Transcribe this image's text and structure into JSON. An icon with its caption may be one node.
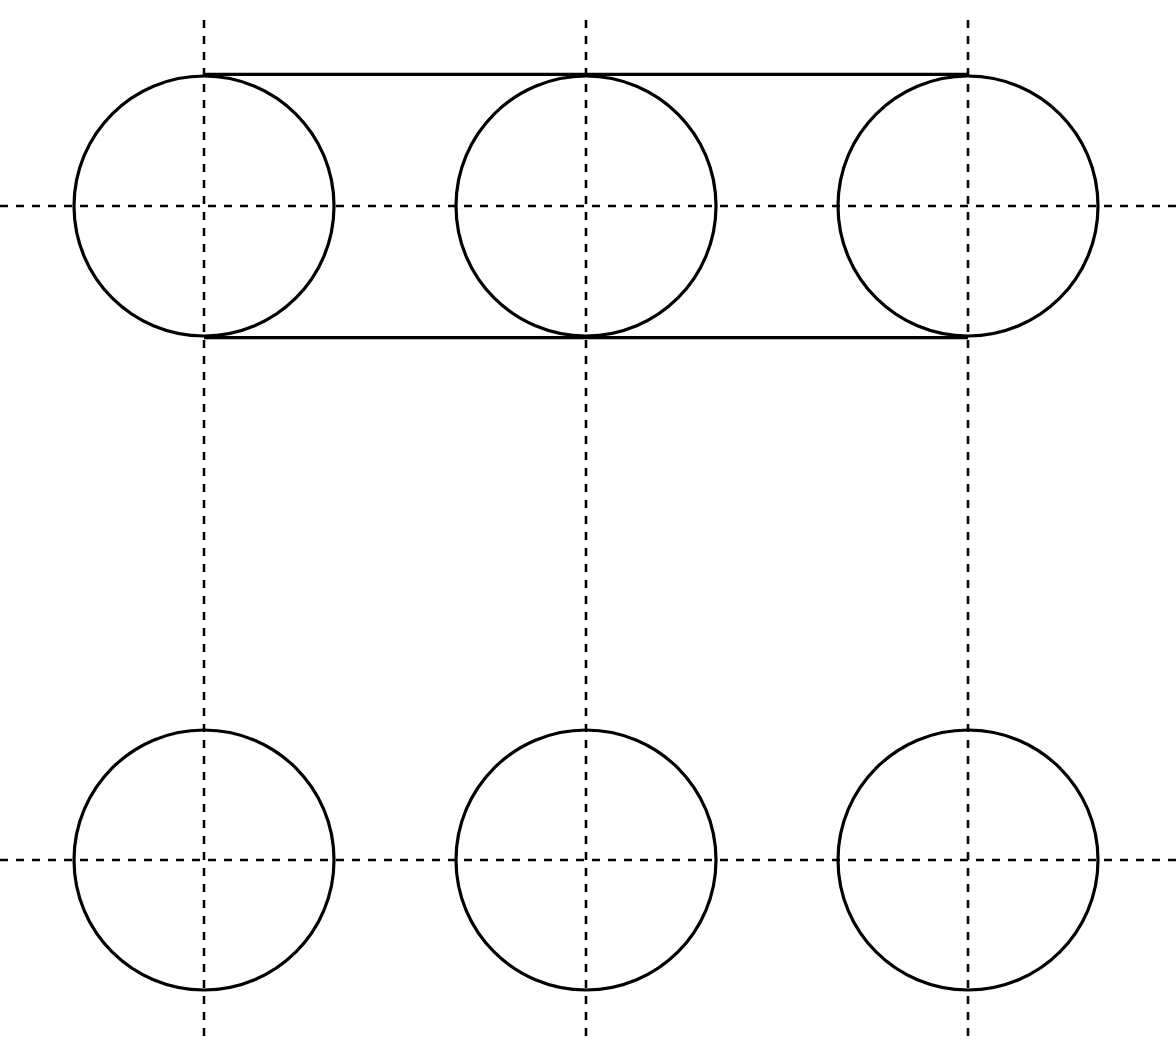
{
  "diagram": {
    "nodes": [
      {
        "text": [],
        "shape": "circle"
      },
      {
        "text": [],
        "shape": "circle"
      },
      {
        "text": [],
        "shape": "circle"
      },
      {
        "text": [],
        "shape": "circle"
      },
      {
        "text": [],
        "shape": "circle"
      },
      {
        "text": [],
        "shape": "circle"
      }
    ],
    "edges": [
      {
        "from": 0,
        "to": 2,
        "arrow": "none"
      },
      {
        "from": 0,
        "to": 2,
        "arrow": "none"
      }
    ]
  }
}
